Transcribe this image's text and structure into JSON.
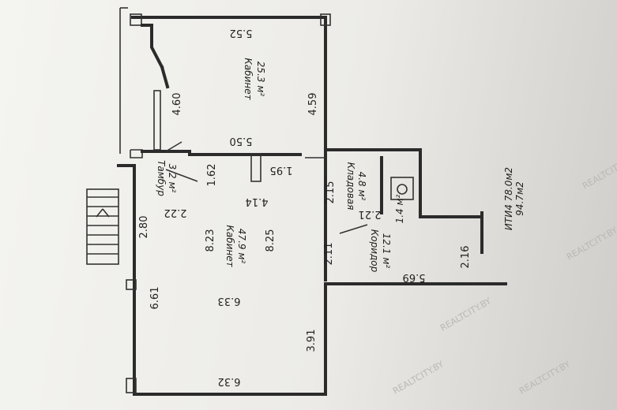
{
  "rooms": {
    "office_top": {
      "name": "Кабинет",
      "area": "25.3 м²"
    },
    "office_main": {
      "name": "Кабинет",
      "area": "47.9 м²"
    },
    "vestibule": {
      "name": "Тамбур",
      "area": "3.2 м²"
    },
    "storage": {
      "name": "Кладовая",
      "area": "4.8 м²"
    },
    "corridor": {
      "name": "Коридор",
      "area": "12.1 м²"
    },
    "wc": {
      "area": "1.4 м²"
    }
  },
  "dimensions": {
    "d_552": "5.52",
    "d_460": "4.60",
    "d_459": "4.59",
    "d_550": "5.50",
    "d_162": "1.62",
    "d_195": "1.95",
    "d_414": "4.14",
    "d_215": "2.15",
    "d_222": "2.22",
    "d_221": "2.21",
    "d_280": "2.80",
    "d_823": "8.23",
    "d_825": "8.25",
    "d_211": "2.11",
    "d_216": "2.16",
    "d_569": "5.69",
    "d_661": "6.61",
    "d_633": "6.33",
    "d_391": "3.91",
    "d_632": "6.32"
  },
  "itn": {
    "line1": "ИТИ4 78.0м2",
    "line2": "94.7м2"
  },
  "watermark": "REALTCITY.BY"
}
